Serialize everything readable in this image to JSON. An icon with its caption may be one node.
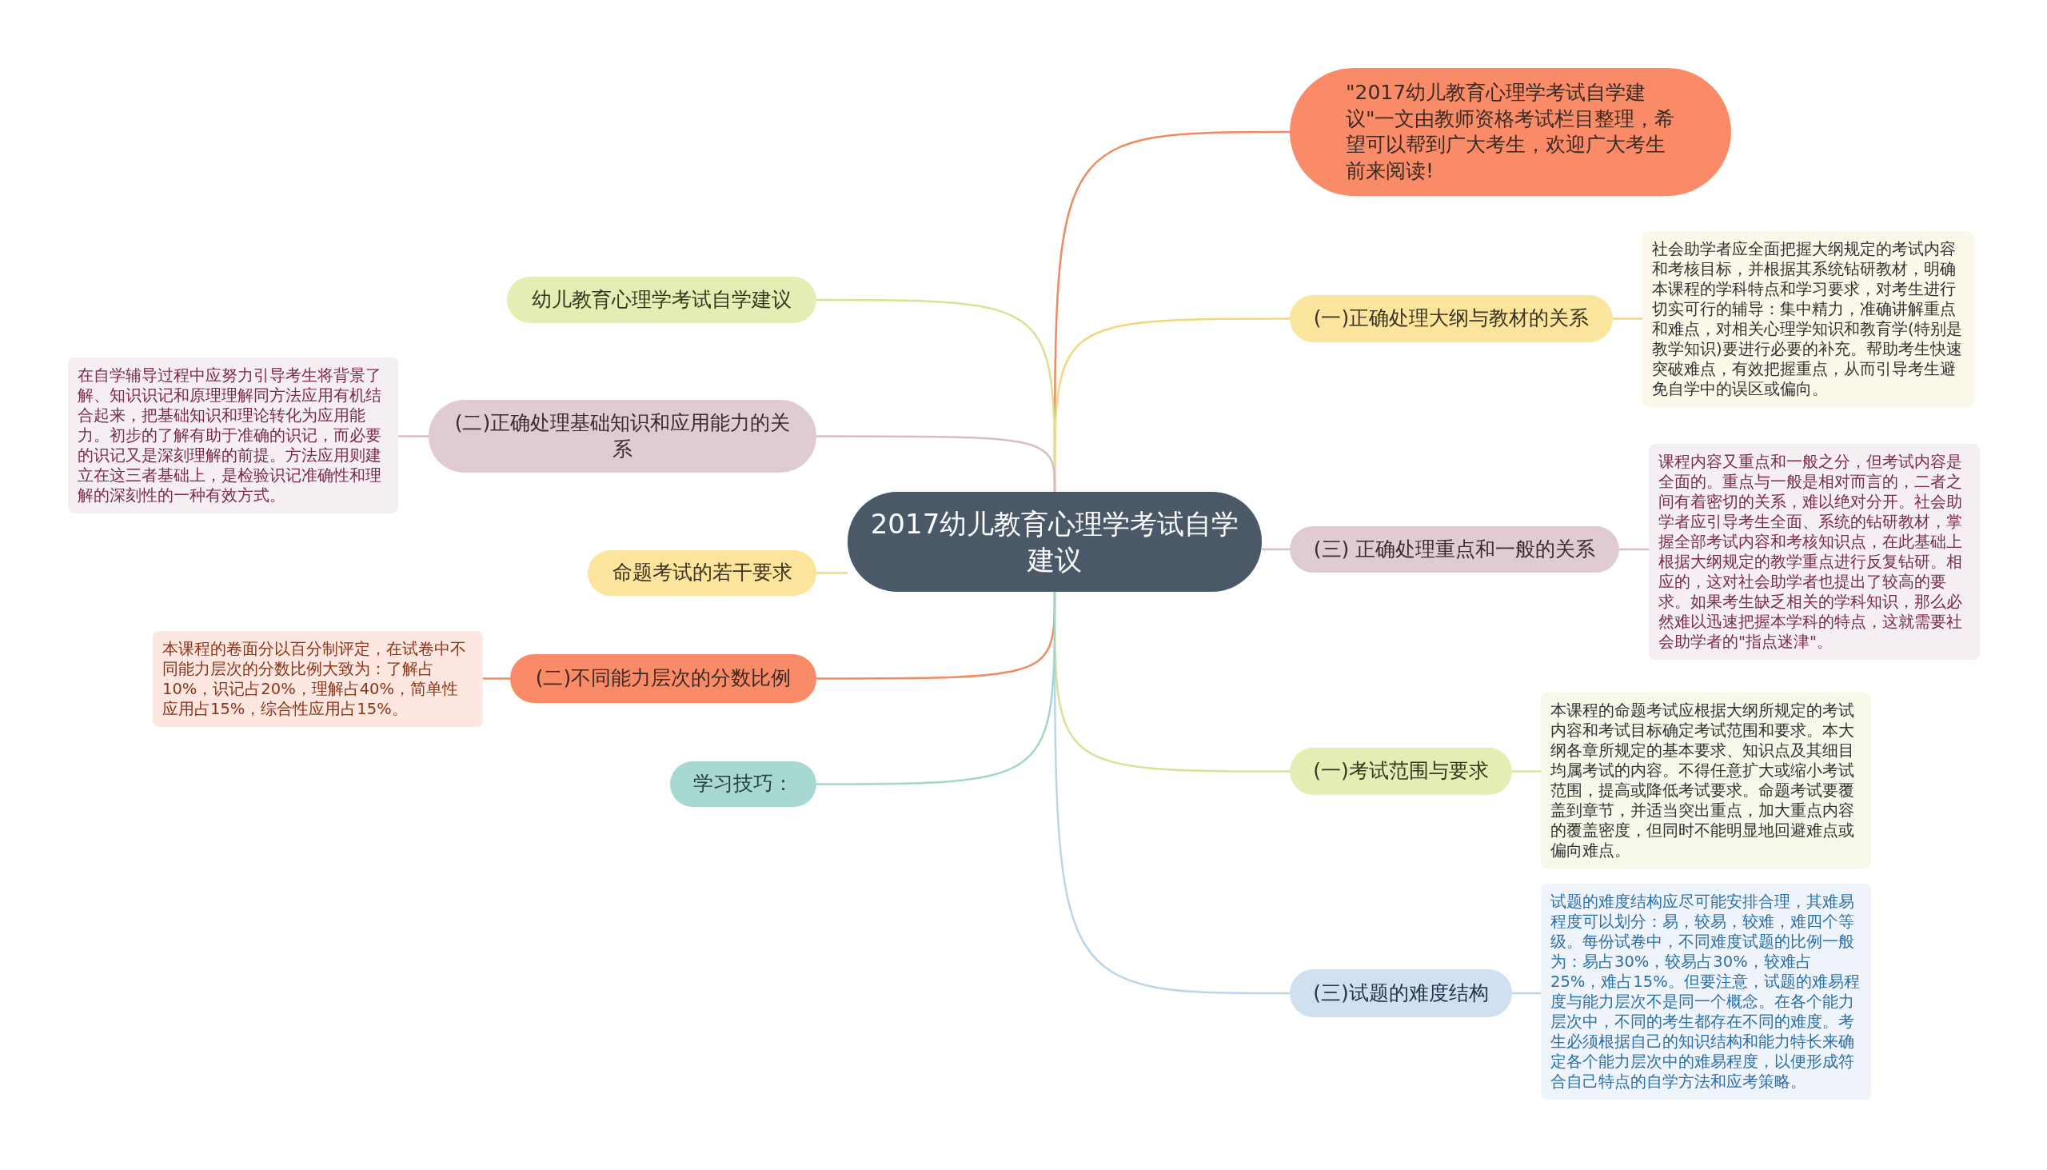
{
  "diagram": {
    "nodes": [
      {
        "text": [
          "2017幼儿教育心理学考试自学建议"
        ]
      },
      {
        "text": [
          "\"2017幼儿教育心理学考试自学建议\"一文由教师资格考试栏目整理，希望可以帮到广大考生，欢迎广大考生前来阅读!"
        ]
      },
      {
        "text": [
          "(一)正确处理大纲与教材的关系"
        ]
      },
      {
        "text": [
          "社会助学者应全面把握大纲规定的考试内容和考核目标，并根据其系统钻研教材，明确本课程的学科特点和学习要求，对考生进行切实可行的辅导：集中精力，准确讲解重点和难点，对相关心理学知识和教育学(特别是教学知识)要进行必要的补充。帮助考生快速突破难点，有效把握重点，从而引导考生避免自学中的误区或偏向。"
        ]
      },
      {
        "text": [
          "(三) 正确处理重点和一般的关系"
        ]
      },
      {
        "text": [
          "课程内容又重点和一般之分，但考试内容是全面的。重点与一般是相对而言的，二者之间有着密切的关系，难以绝对分开。社会助学者应引导考生全面、系统的钻研教材，掌握全部考试内容和考核知识点，在此基础上根据大纲规定的教学重点进行反复钻研。相应的，这对社会助学者也提出了较高的要求。如果考生缺乏相关的学科知识，那么必然难以迅速把握本学科的特点，这就需要社会助学者的\"指点迷津\"。"
        ]
      },
      {
        "text": [
          "(一)考试范围与要求"
        ]
      },
      {
        "text": [
          "本课程的命题考试应根据大纲所规定的考试内容和考试目标确定考试范围和要求。本大纲各章所规定的基本要求、知识点及其细目均属考试的内容。不得任意扩大或缩小考试范围，提高或降低考试要求。命题考试要覆盖到章节，并适当突出重点，加大重点内容的覆盖密度，但同时不能明显地回避难点或偏向难点。"
        ]
      },
      {
        "text": [
          "(三)试题的难度结构"
        ]
      },
      {
        "text": [
          "试题的难度结构应尽可能安排合理，其难易程度可以划分：易，较易，较难，难四个等级。每份试卷中，不同难度试题的比例一般为：易占30%，较易占30%，较难占25%，难占15%。但要注意，试题的难易程度与能力层次不是同一个概念。在各个能力层次中，不同的考生都存在不同的难度。考生必须根据自己的知识结构和能力特长来确定各个能力层次中的难易程度，以便形成符合自己特点的自学方法和应考策略。"
        ]
      },
      {
        "text": [
          "幼儿教育心理学考试自学建议"
        ]
      },
      {
        "text": [
          "(二)正确处理基础知识和应用能力的关系"
        ]
      },
      {
        "text": [
          "在自学辅导过程中应努力引导考生将背景了解、知识识记和原理理解同方法应用有机结合起来，把基础知识和理论转化为应用能力。初步的了解有助于准确的识记，而必要的识记又是深刻理解的前提。方法应用则建立在这三者基础上，是检验识记准确性和理解的深刻性的一种有效方式。"
        ]
      },
      {
        "text": [
          "命题考试的若干要求"
        ]
      },
      {
        "text": [
          "(二)不同能力层次的分数比例"
        ]
      },
      {
        "text": [
          "本课程的卷面分以百分制评定，在试卷中不同能力层次的分数比例大致为：了解占10%，识记占20%，理解占40%，简单性应用占15%，综合性应用占15%。"
        ]
      },
      {
        "text": [
          "学习技巧："
        ]
      }
    ],
    "edges": [
      {
        "from": 0,
        "to": 1,
        "arrow": "none",
        "color": "#ef8a62"
      },
      {
        "from": 0,
        "to": 2,
        "arrow": "none",
        "color": "#f2d77e"
      },
      {
        "from": 2,
        "to": 3,
        "arrow": "none",
        "color": "#f2d77e"
      },
      {
        "from": 0,
        "to": 4,
        "arrow": "none",
        "color": "#d8bccb"
      },
      {
        "from": 4,
        "to": 5,
        "arrow": "none",
        "color": "#d8bccb"
      },
      {
        "from": 0,
        "to": 6,
        "arrow": "none",
        "color": "#d7e294"
      },
      {
        "from": 6,
        "to": 7,
        "arrow": "none",
        "color": "#d7e294"
      },
      {
        "from": 0,
        "to": 8,
        "arrow": "none",
        "color": "#bcd4e8"
      },
      {
        "from": 8,
        "to": 9,
        "arrow": "none",
        "color": "#bcd4e8"
      },
      {
        "from": 0,
        "to": 10,
        "arrow": "none",
        "color": "#d7e294"
      },
      {
        "from": 0,
        "to": 11,
        "arrow": "none",
        "color": "#d8bccb"
      },
      {
        "from": 11,
        "to": 12,
        "arrow": "none",
        "color": "#d8bccb"
      },
      {
        "from": 0,
        "to": 13,
        "arrow": "none",
        "color": "#f2d77e"
      },
      {
        "from": 0,
        "to": 14,
        "arrow": "none",
        "color": "#ef8a62"
      },
      {
        "from": 14,
        "to": 15,
        "arrow": "none",
        "color": "#ef8a62"
      },
      {
        "from": 0,
        "to": 16,
        "arrow": "none",
        "color": "#a3d6cf"
      }
    ]
  }
}
